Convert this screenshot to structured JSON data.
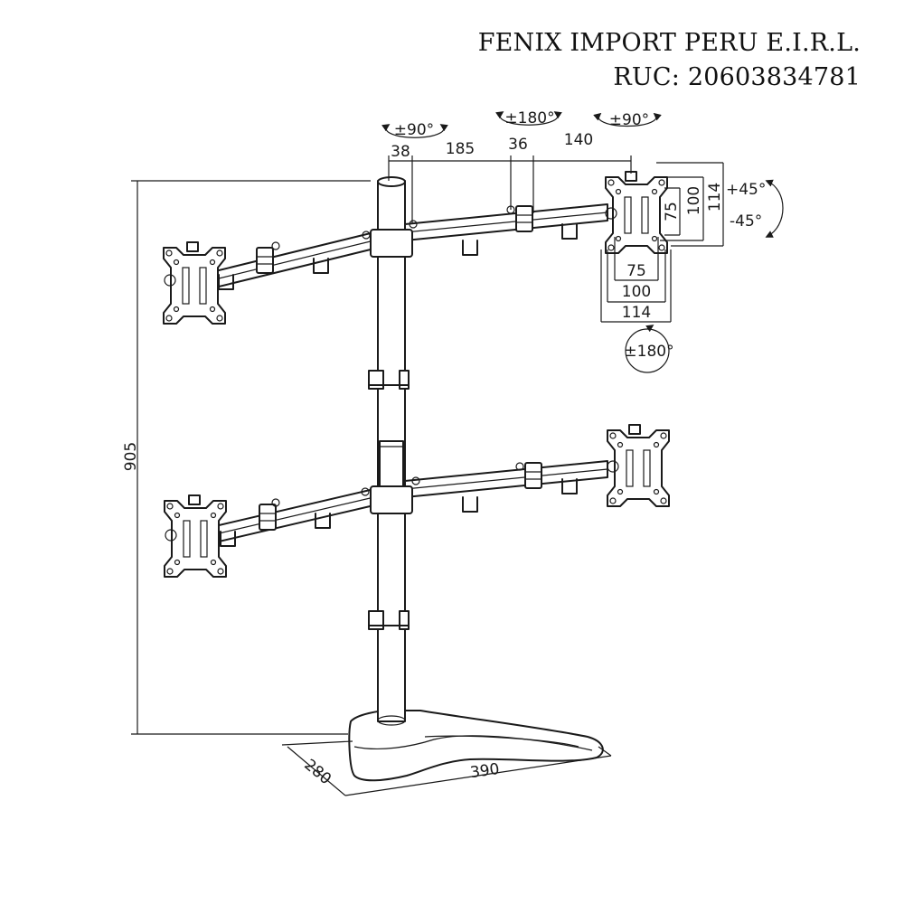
{
  "header": {
    "company_name": "FENIX IMPORT PERU E.I.R.L.",
    "ruc": "RUC: 20603834781"
  },
  "dimensions": {
    "height": "905",
    "base_width": "390",
    "base_depth": "280",
    "arm_seg_1": "38",
    "arm_seg_2": "185",
    "arm_seg_3": "36",
    "arm_seg_4": "140",
    "vesa_h_75": "75",
    "vesa_h_100": "100",
    "vesa_h_114": "114",
    "vesa_v_75": "75",
    "vesa_v_100": "100",
    "vesa_v_114": "114"
  },
  "rotations": {
    "pole_swivel": "±90°",
    "elbow_swivel": "±180°",
    "head_swivel": "±90°",
    "tilt_up": "+45°",
    "tilt_down": "-45°",
    "rotation": "±180°"
  }
}
